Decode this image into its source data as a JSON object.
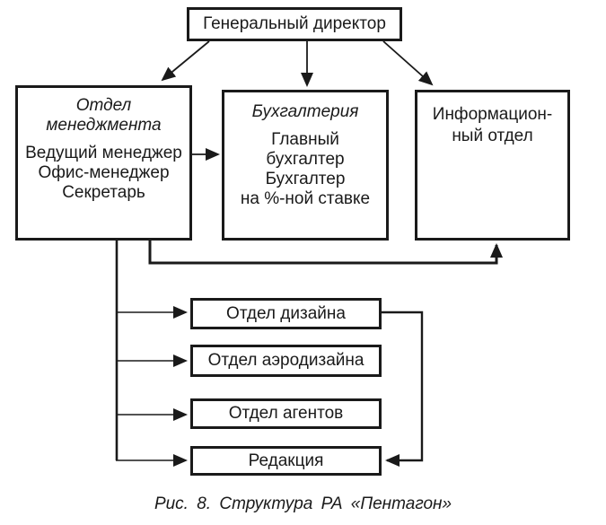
{
  "diagram": {
    "director_box": {
      "label": "Генеральный директор"
    },
    "management_box": {
      "title_lines": [
        "Отдел",
        "менеджмента"
      ],
      "staff_lines": [
        "Ведущий менеджер",
        "Офис-менеджер",
        "Секретарь"
      ]
    },
    "accounting_box": {
      "title": "Бухгалтерия",
      "staff_lines": [
        "Главный",
        "бухгалтер",
        "Бухгалтер",
        "на %-ной ставке"
      ]
    },
    "information_box": {
      "label_lines": [
        "Информацион-",
        "ный отдел"
      ]
    },
    "design_box": {
      "label": "Отдел дизайна"
    },
    "aerodesign_box": {
      "label": "Отдел аэродизайна"
    },
    "agents_box": {
      "label": "Отдел агентов"
    },
    "editorial_box": {
      "label": "Редакция"
    },
    "caption": "Рис. 8. Структура РА «Пентагон»",
    "colors": {
      "ink": "#1a1a1a",
      "background": "#ffffff"
    }
  }
}
